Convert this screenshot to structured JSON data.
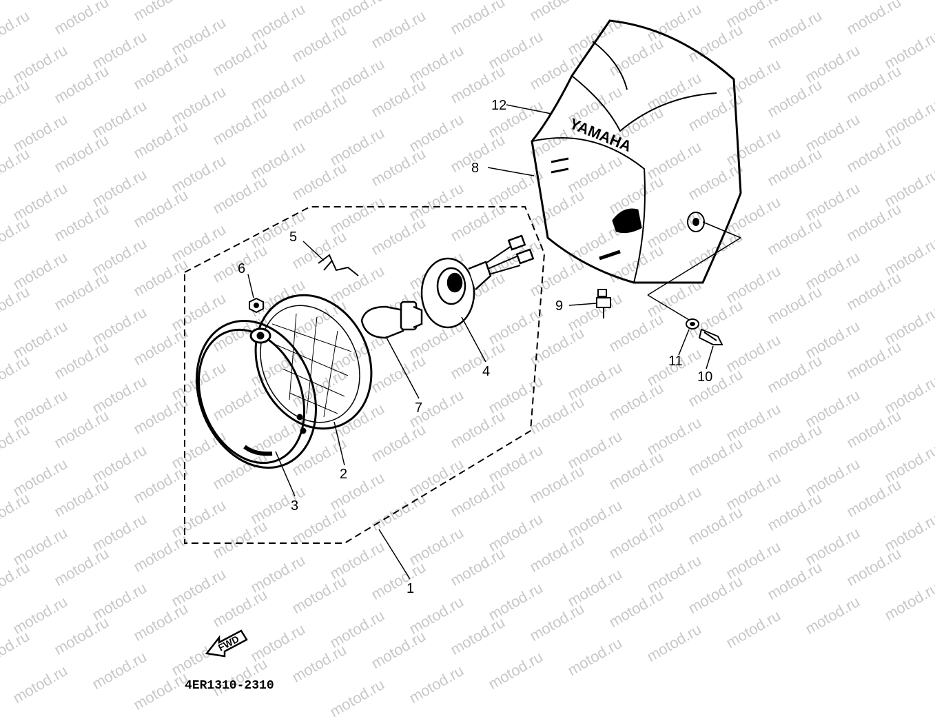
{
  "watermark_text": "motod.ru",
  "brand_text": "YAMAHA",
  "fwd_text": "FWD",
  "part_code": "4ER1310-2310",
  "callouts": {
    "c1": "1",
    "c2": "2",
    "c3": "3",
    "c4": "4",
    "c5": "5",
    "c6": "6",
    "c7": "7",
    "c8": "8",
    "c9": "9",
    "c10": "10",
    "c11": "11",
    "c12": "12"
  }
}
